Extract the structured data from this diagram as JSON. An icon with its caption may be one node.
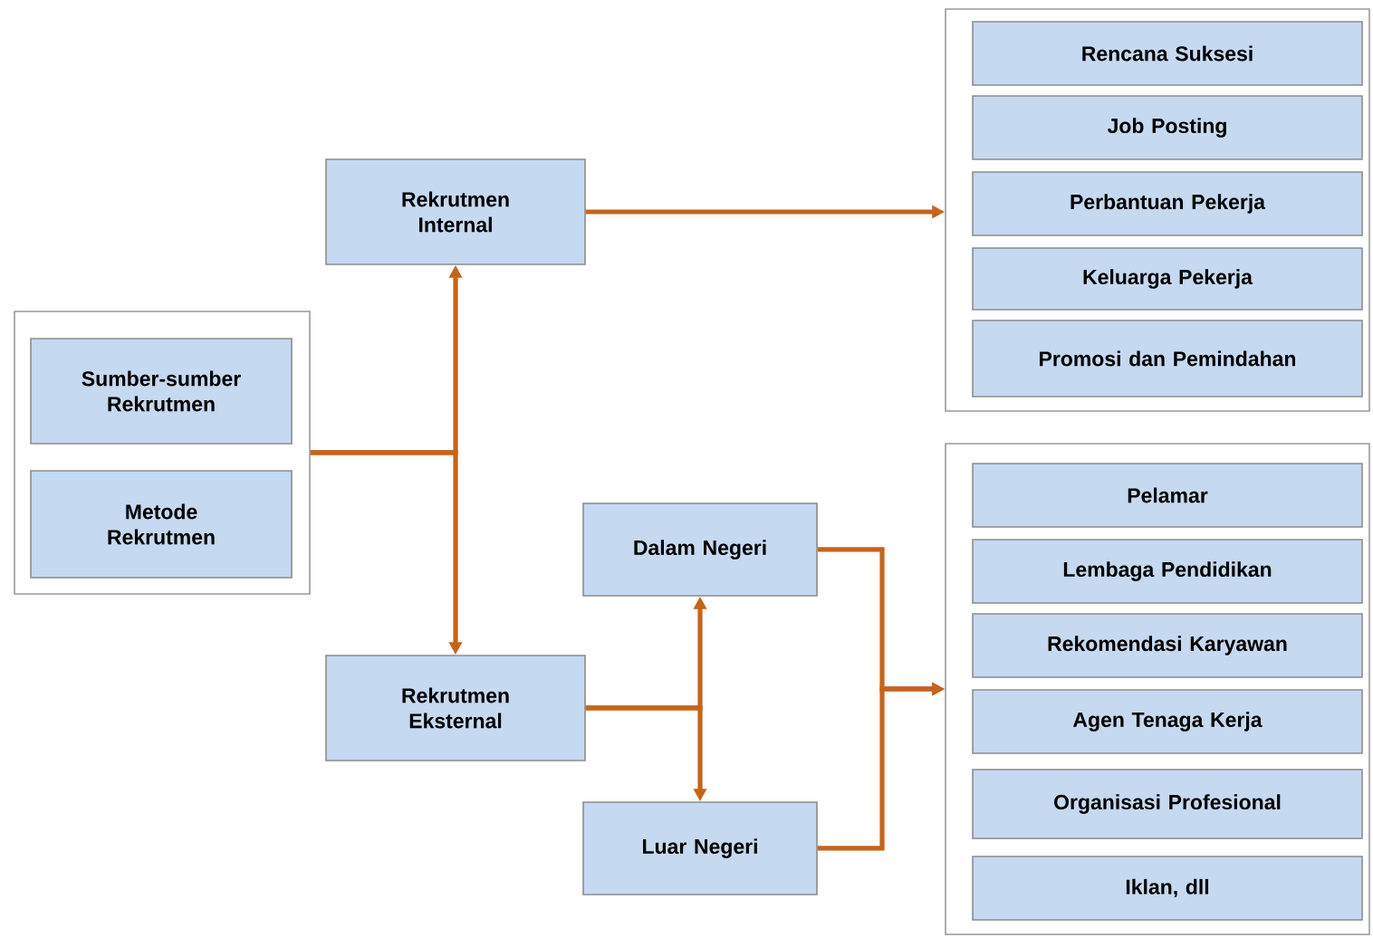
{
  "diagram": {
    "nodes": [
      {
        "text": [],
        "shape": "box"
      },
      {
        "text": [
          "Sumber-sumber Rekrutmen"
        ],
        "in": 0
      },
      {
        "text": [
          "Metode Rekrutmen"
        ],
        "in": 0
      },
      {
        "text": [
          "Rekrutmen Internal"
        ]
      },
      {
        "text": [
          "Rekrutmen Eksternal"
        ]
      },
      {
        "text": [
          "Dalam Negeri"
        ]
      },
      {
        "text": [
          "Luar Negeri"
        ]
      },
      {
        "text": [],
        "shape": "box"
      },
      {
        "text": [
          "Rencana Suksesi"
        ],
        "in": 7
      },
      {
        "text": [
          "Job Posting"
        ],
        "in": 7
      },
      {
        "text": [
          "Perbantuan Pekerja"
        ],
        "in": 7
      },
      {
        "text": [
          "Keluarga Pekerja"
        ],
        "in": 7
      },
      {
        "text": [
          "Promosi dan Pemindahan"
        ],
        "in": 7
      },
      {
        "text": [],
        "shape": "box"
      },
      {
        "text": [
          "Pelamar"
        ],
        "in": 13
      },
      {
        "text": [
          "Lembaga Pendidikan"
        ],
        "in": 13
      },
      {
        "text": [
          "Rekomendasi Karyawan"
        ],
        "in": 13
      },
      {
        "text": [
          "Agen Tenaga Kerja"
        ],
        "in": 13
      },
      {
        "text": [
          "Organisasi Profesional"
        ],
        "in": 13
      },
      {
        "text": [
          "Iklan, dll"
        ],
        "in": 13
      }
    ],
    "edges": [
      {
        "from": 0,
        "to": 3,
        "arrow": "to"
      },
      {
        "from": 0,
        "to": 4,
        "arrow": "to"
      },
      {
        "from": 3,
        "to": 7,
        "arrow": "to"
      },
      {
        "from": 4,
        "to": 5,
        "arrow": "to"
      },
      {
        "from": 4,
        "to": 6,
        "arrow": "to"
      },
      {
        "from": 5,
        "to": 13,
        "arrow": "to"
      },
      {
        "from": 6,
        "to": 13,
        "arrow": "to"
      }
    ]
  }
}
